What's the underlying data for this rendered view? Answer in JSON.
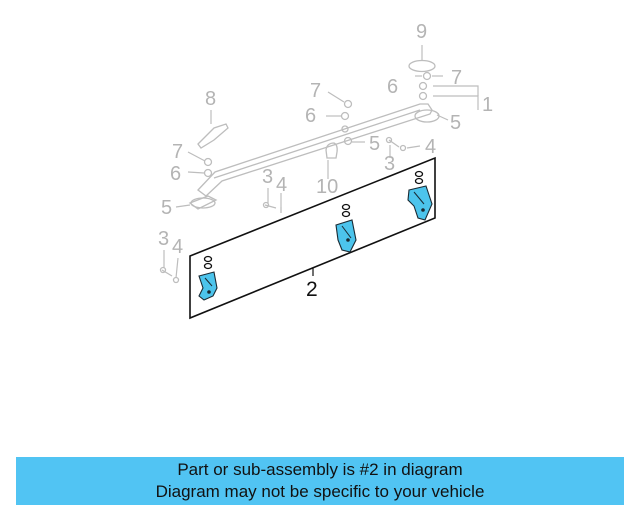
{
  "diagram": {
    "callouts": {
      "c9": "9",
      "c7_top": "7",
      "c6_top": "6",
      "c1": "1",
      "c5_right": "5",
      "c8": "8",
      "c7_mid": "7",
      "c6_mid": "6",
      "c5_mid": "5",
      "c4_right": "4",
      "c3_right": "3",
      "c10": "10",
      "c7_left": "7",
      "c6_left": "6",
      "c3_center": "3",
      "c4_center": "4",
      "c5_left": "5",
      "c3_low": "3",
      "c4_low": "4",
      "c2": "2"
    }
  },
  "banner": {
    "line1": "Part or sub-assembly is #2 in diagram",
    "line2": "Diagram may not be specific to your vehicle",
    "bg_color": "#51c4f3"
  },
  "colors": {
    "highlight_part": "#4cc4ec",
    "ghost_part": "#bdbdbd"
  }
}
